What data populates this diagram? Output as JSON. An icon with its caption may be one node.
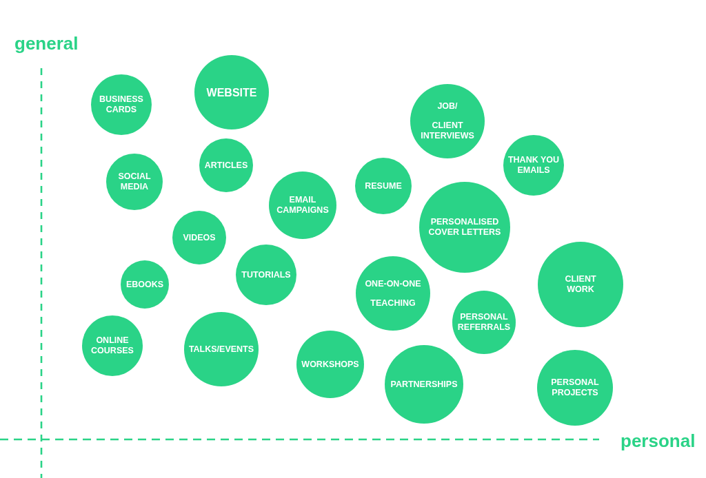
{
  "diagram": {
    "nodes": [
      {
        "text": [
          "BUSINESS CARDS"
        ]
      },
      {
        "text": [
          "WEBSITE"
        ]
      },
      {
        "text": [
          "JOB/",
          "CLIENT INTERVIEWS"
        ]
      },
      {
        "text": [
          "THANK YOU EMAILS"
        ]
      },
      {
        "text": [
          "SOCIAL MEDIA"
        ]
      },
      {
        "text": [
          "ARTICLES"
        ]
      },
      {
        "text": [
          "EMAIL CAMPAIGNS"
        ]
      },
      {
        "text": [
          "RESUME"
        ]
      },
      {
        "text": [
          "PERSONALISED COVER LETTERS"
        ]
      },
      {
        "text": [
          "VIDEOS"
        ]
      },
      {
        "text": [
          "EBOOKS"
        ]
      },
      {
        "text": [
          "TUTORIALS"
        ]
      },
      {
        "text": [
          "ONE-ON-ONE",
          "TEACHING"
        ]
      },
      {
        "text": [
          "CLIENT WORK"
        ]
      },
      {
        "text": [
          "PERSONAL REFERRALS"
        ]
      },
      {
        "text": [
          "ONLINE COURSES"
        ]
      },
      {
        "text": [
          "TALKS/EVENTS"
        ]
      },
      {
        "text": [
          "WORKSHOPS"
        ]
      },
      {
        "text": [
          "PARTNERSHIPS"
        ]
      },
      {
        "text": [
          "PERSONAL PROJECTS"
        ]
      }
    ],
    "labels": [
      "general",
      "personal"
    ]
  }
}
